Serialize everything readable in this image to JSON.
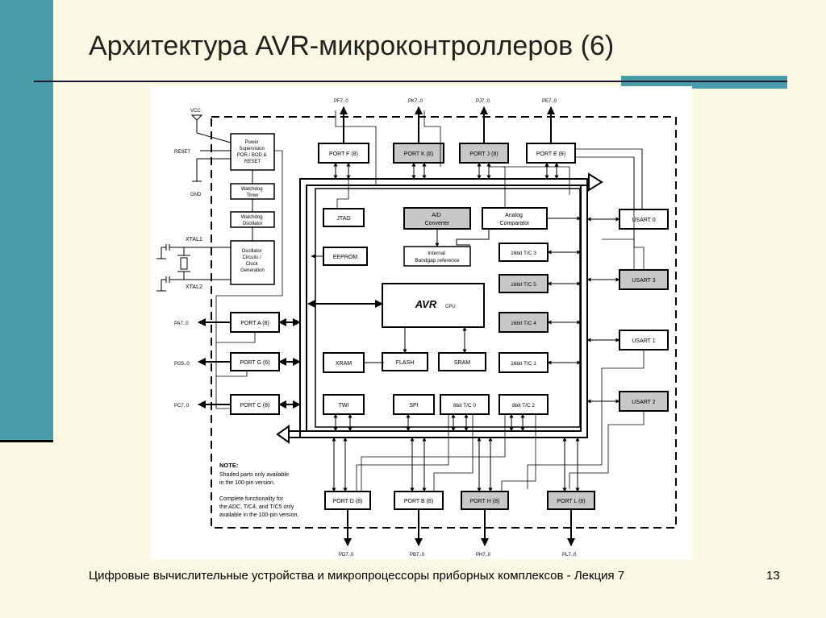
{
  "slide": {
    "title": "Архитектура AVR-микроконтроллеров (6)",
    "footer": "Цифровые вычислительные устройства и микропроцессоры приборных комплексов - Лекция 7",
    "page_number": "13"
  },
  "diagram": {
    "pins": {
      "vcc": "VCC",
      "reset": "RESET",
      "gnd": "GND",
      "xtal1": "XTAL1",
      "xtal2": "XTAL2",
      "pf": "PF7..0",
      "pk": "PK7..0",
      "pj": "PJ7..0",
      "pe": "PE7..0",
      "pa": "PA7..0",
      "pg": "PG5..0",
      "pc": "PC7..0",
      "pd": "PD7..0",
      "pb": "PB7..0",
      "ph": "PH7..0",
      "pl": "PL7..0"
    },
    "blocks": {
      "power": [
        "Power",
        "Supervision",
        "POR / BOD &",
        "RESET"
      ],
      "watchdog_timer": [
        "Watchdog",
        "Timer"
      ],
      "watchdog_osc": [
        "Watchdog",
        "Oscillator"
      ],
      "osc": [
        "Oscillator",
        "Circuits /",
        "Clock",
        "Generation"
      ],
      "port_f": "PORT F (8)",
      "port_k": "PORT K (8)",
      "port_j": "PORT J (8)",
      "port_e": "PORT E (8)",
      "port_a": "PORT A (8)",
      "port_g": "PORT G (6)",
      "port_c": "PORT C (8)",
      "port_d": "PORT D (8)",
      "port_b": "PORT B (8)",
      "port_h": "PORT H (8)",
      "port_l": "PORT L (8)",
      "jtag": "JTAG",
      "adc": [
        "A/D",
        "Converter"
      ],
      "analog_comp": [
        "Analog",
        "Comparator"
      ],
      "eeprom": "EEPROM",
      "bandgap": [
        "Internal",
        "Bandgap reference"
      ],
      "cpu_logo": "AVR",
      "cpu": "CPU",
      "xram": "XRAM",
      "flash": "FLASH",
      "sram": "SRAM",
      "tc3": "16bit T/C 3",
      "tc5": "16bit T/C 5",
      "tc4": "16bit T/C 4",
      "tc1": "16bit T/C 1",
      "twi": "TWI",
      "spi": "SPI",
      "tc0": "8bit T/C 0",
      "tc2": "8bit T/C 2",
      "usart0": "USART 0",
      "usart3": "USART 3",
      "usart1": "USART 1",
      "usart2": "USART 2"
    },
    "note": {
      "heading": "NOTE:",
      "lines": [
        "Shaded parts only available",
        "in the 100-pin version.",
        "",
        "Complete functionality for",
        "the ADC, T/C4, and T/C5 only",
        "available in the 100-pin version."
      ]
    },
    "colors": {
      "shaded": "#c8c8c8",
      "plain": "#ffffff"
    }
  }
}
